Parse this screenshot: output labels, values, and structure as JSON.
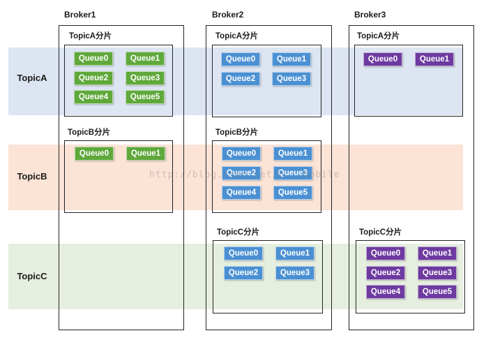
{
  "topics": [
    "TopicA",
    "TopicB",
    "TopicC"
  ],
  "brokers": [
    "Broker1",
    "Broker2",
    "Broker3"
  ],
  "groups": {
    "b1a": "TopicA分片",
    "b1b": "TopicB分片",
    "b2a": "TopicA分片",
    "b2b": "TopicB分片",
    "b2c": "TopicC分片",
    "b3a": "TopicA分片",
    "b3c": "TopicC分片"
  },
  "queues": {
    "b1a": [
      "Queue0",
      "Queue1",
      "Queue2",
      "Queue3",
      "Queue4",
      "Queue5"
    ],
    "b1b": [
      "Queue0",
      "Queue1"
    ],
    "b2a": [
      "Queue0",
      "Queue1",
      "Queue2",
      "Queue3"
    ],
    "b2b": [
      "Queue0",
      "Queue1",
      "Queue2",
      "Queue3",
      "Queue4",
      "Queue5"
    ],
    "b2c": [
      "Queue0",
      "Queue1",
      "Queue2",
      "Queue3"
    ],
    "b3a": [
      "Queue0",
      "Queue1"
    ],
    "b3c": [
      "Queue0",
      "Queue1",
      "Queue2",
      "Queue3",
      "Queue4",
      "Queue5"
    ]
  },
  "colors": {
    "topicA_band": "#dde5f2",
    "topicB_band": "#fbe3d6",
    "topicC_band": "#e6efdf",
    "broker1_queue": "#5fa83b",
    "broker2_queue": "#4a90d2",
    "broker3_queue": "#6d3aa0"
  },
  "watermark": "http://blog.csdn.net/b...mobile"
}
